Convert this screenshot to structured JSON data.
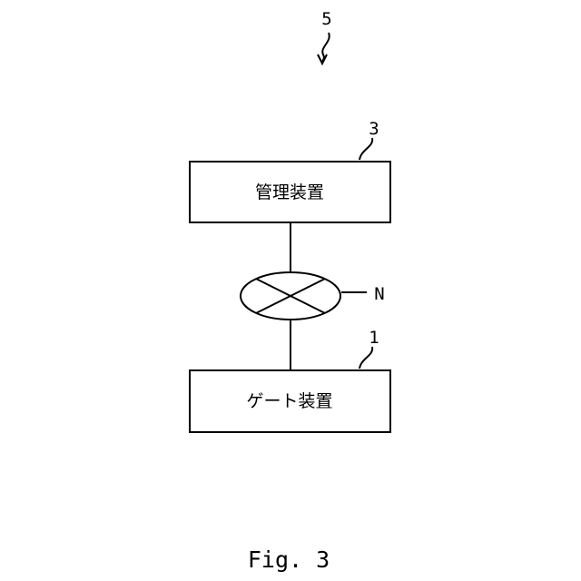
{
  "figure": {
    "reference_overall": "5",
    "management_device": {
      "ref": "3",
      "label": "管理装置"
    },
    "network": {
      "ref": "N"
    },
    "gate_device": {
      "ref": "1",
      "label": "ゲート装置"
    },
    "caption": "Fig. 3"
  }
}
